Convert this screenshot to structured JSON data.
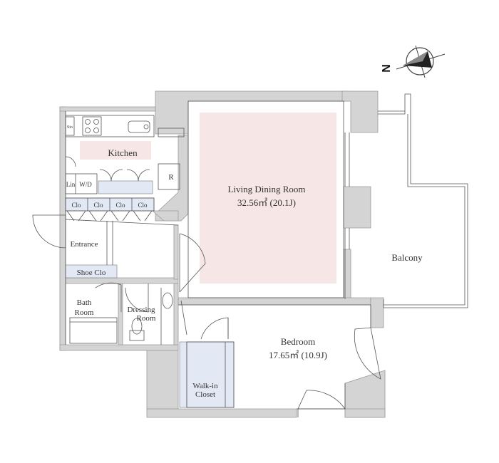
{
  "colors": {
    "wall": "#d4d4d4",
    "wall_edge": "#9a9a9a",
    "line": "#555555",
    "highlight_pink": "#f7e6e6",
    "highlight_blue": "#e3e9f4",
    "text": "#333333"
  },
  "compass": {
    "label": "N",
    "icon": "compass-icon"
  },
  "rooms": {
    "kitchen": "Kitchen",
    "living_dining": {
      "name": "Living Dining Room",
      "area": "32.56㎡ (20.1J)"
    },
    "bedroom": {
      "name": "Bedroom",
      "area": "17.65㎡ (10.9J)"
    },
    "balcony": "Balcony",
    "entrance": "Entrance",
    "shoe_closet": "Shoe Clo",
    "bath_room_line1": "Bath",
    "bath_room_line2": "Room",
    "dressing_room_line1": "Dressing",
    "dressing_room_line2": "Room",
    "walk_in_closet_line1": "Walk-in",
    "walk_in_closet_line2": "Closet",
    "linen": "Lin",
    "washer_dryer": "W/D",
    "refrigerator": "R",
    "storage": "Sto",
    "closets": [
      "Clo",
      "Clo",
      "Clo",
      "Clo"
    ]
  }
}
